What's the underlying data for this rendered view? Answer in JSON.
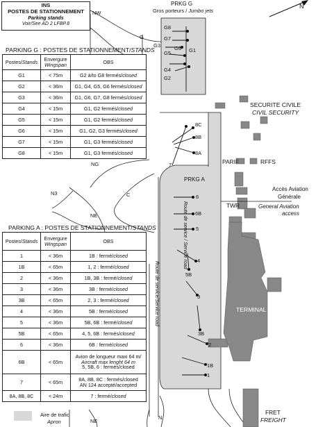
{
  "ins_box": {
    "title": "INS",
    "subtitle": "POSTES DE STATIONNEMENT",
    "subtitle_en": "Parking stands",
    "ref": "Voir/See AD 2 LFBP.8"
  },
  "compass": {
    "north": "N"
  },
  "prkg_g": {
    "title": "PRKG G",
    "subtitle": "Gros porteurs / ",
    "subtitle_en": "Jumbo jets",
    "taxi_label": "G1",
    "stands": [
      "G8",
      "G7",
      "G6",
      "G5",
      "G4",
      "G3",
      "G2"
    ]
  },
  "prkg_a": {
    "title": "PRKG A",
    "stands": [
      "8C",
      "8B",
      "8A",
      "7",
      "6",
      "6B",
      "5",
      "4",
      "5B",
      "3",
      "3B",
      "2",
      "1B",
      "1"
    ]
  },
  "taxiways": [
    "NW",
    "G",
    "NG",
    "N3",
    "C",
    "NE",
    "NE",
    "N"
  ],
  "roads": {
    "service_road": "Route de service / Service road",
    "service_road2": "Route de service/Service road"
  },
  "buildings": {
    "securite": "SECURITE CIVILE",
    "securite_en": "CIVIL SECURITY",
    "parif": "PARIF",
    "rffs": "RFFS",
    "twr": "TWR",
    "terminal": "TERMINAL",
    "access": "Accès Aviation",
    "access2": "Générale",
    "access_en": "General Aviation",
    "access_en2": "access",
    "fret": "FRET",
    "fret_en": "FREIGHT"
  },
  "legend": {
    "label": "Aire de trafic",
    "label_en": "Apron",
    "color": "#d8d8d8"
  },
  "table_g": {
    "section": "PARKING G : POSTES DE STATIONNEMENT/",
    "section_en": "STANDS",
    "col_poste": "Postes/",
    "col_poste_en": "Stands",
    "col_env": "Envergure",
    "col_env_en": "Wingspan",
    "col_obs": "OBS",
    "rows": [
      [
        "G1",
        "< 75m",
        "G2 à/to G8 fermés/",
        "closed"
      ],
      [
        "G2",
        "< 36m",
        "G1, G4, G5, G6 fermés/",
        "closed"
      ],
      [
        "G3",
        "< 36m",
        "G1, G6, G7, G8 fermés/",
        "closed"
      ],
      [
        "G4",
        "< 15m",
        "G1, G2 fermés/",
        "closed"
      ],
      [
        "G5",
        "< 15m",
        "G1, G2 fermés/",
        "closed"
      ],
      [
        "G6",
        "< 15m",
        "G1, G2, G3 fermés/",
        "closed"
      ],
      [
        "G7",
        "< 15m",
        "G1, G3 fermés/",
        "closed"
      ],
      [
        "G8",
        "< 15m",
        "G1, G3 fermés/",
        "closed"
      ]
    ]
  },
  "table_a": {
    "section": "PARKING A : POSTES DE STATIONNEMENT/",
    "section_en": "STANDS",
    "col_poste": "Postes/",
    "col_poste_en": "Stands",
    "col_env": "Envergure",
    "col_env_en": "Wingspan",
    "col_obs": "OBS",
    "rows": [
      [
        "1",
        "< 36m",
        "1B : fermé/",
        "closed"
      ],
      [
        "1B",
        "< 65m",
        "1, 2 : fermé/",
        "closed"
      ],
      [
        "2",
        "< 36m",
        "1B, 3B : fermé/",
        "closed"
      ],
      [
        "3",
        "< 36m",
        "3B : fermé/",
        "closed"
      ],
      [
        "3B",
        "< 65m",
        "2, 3 : fermé/",
        "closed"
      ],
      [
        "4",
        "< 36m",
        "5B : fermé/",
        "closed"
      ],
      [
        "5",
        "< 36m",
        "5B, 6B : fermé/",
        "closed"
      ],
      [
        "5B",
        "< 65m",
        "4, 5, 6B : fermés/",
        "closed"
      ],
      [
        "6",
        "< 36m",
        "6B : fermé/",
        "closed"
      ],
      [
        "6B",
        "< 65m",
        "Avion de longueur maxi 64 m/",
        "Aircraft max lenght 64 m",
        "5, 5B, 6 : fermés/closed"
      ],
      [
        "7",
        "< 65m",
        "8A, 8B, 8C : fermés/closed",
        "AN 124 accepté/accepted"
      ],
      [
        "8A, 8B, 8C",
        "< 24m",
        "7 : fermé/",
        "closed"
      ]
    ]
  }
}
